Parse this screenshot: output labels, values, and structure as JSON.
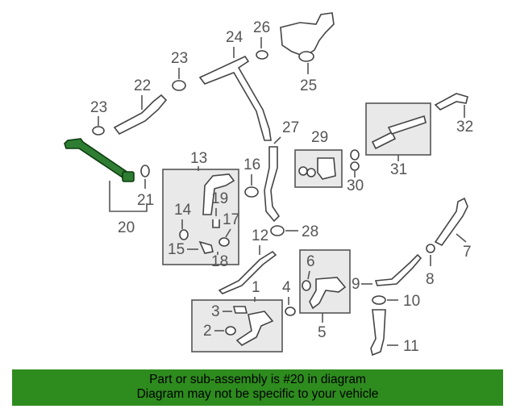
{
  "callouts": {
    "n1": "1",
    "n2": "2",
    "n3": "3",
    "n4": "4",
    "n5": "5",
    "n6": "6",
    "n7": "7",
    "n8": "8",
    "n9": "9",
    "n10": "10",
    "n11": "11",
    "n12": "12",
    "n13": "13",
    "n14": "14",
    "n15": "15",
    "n16": "16",
    "n17": "17",
    "n18": "18",
    "n19": "19",
    "n20": "20",
    "n21": "21",
    "n22": "22",
    "n23a": "23",
    "n23b": "23",
    "n24": "24",
    "n25": "25",
    "n26": "26",
    "n27": "27",
    "n28": "28",
    "n29": "29",
    "n30": "30",
    "n31": "31",
    "n32": "32"
  },
  "highlight_color": "#2e7d32",
  "banner": {
    "line1": "Part or sub-assembly is #20 in diagram",
    "line2": "Diagram may not be specific to your vehicle",
    "color": "#2e8b1e"
  }
}
